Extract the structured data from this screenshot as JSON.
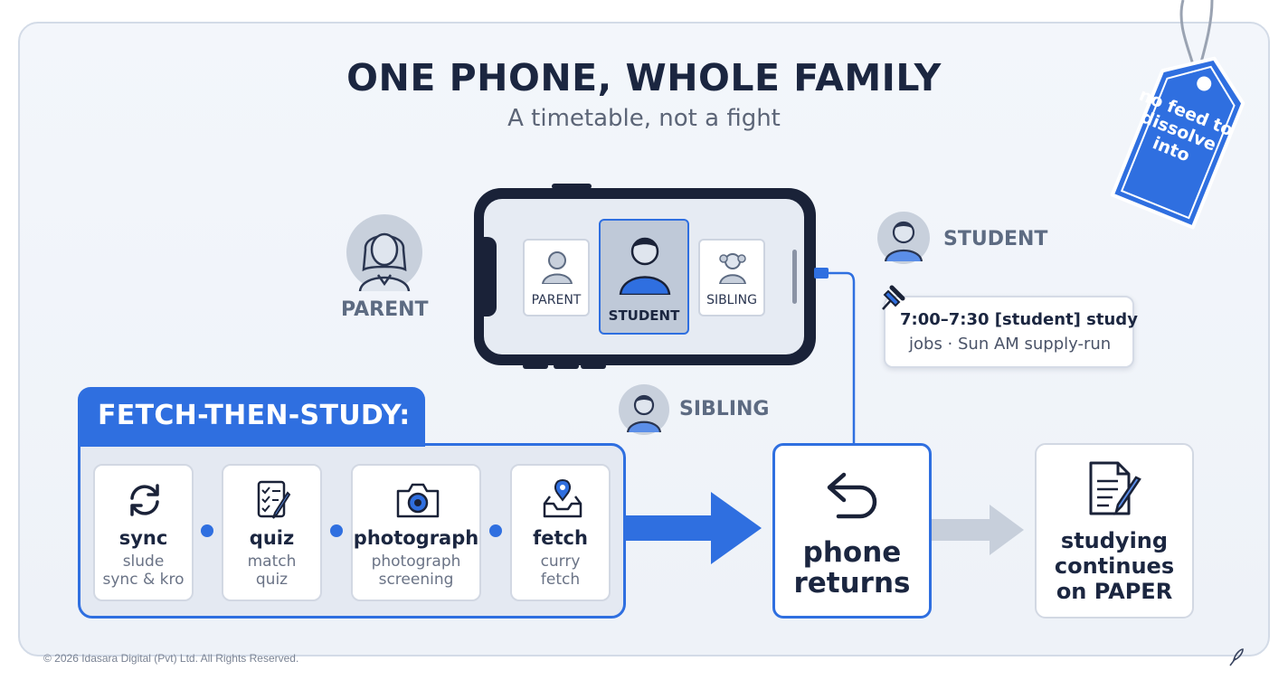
{
  "title": "ONE PHONE, WHOLE FAMILY",
  "subtitle": "A timetable, not a fight",
  "tag": {
    "text": "no feed to dissolve into",
    "icon": "price-tag-icon"
  },
  "roles": {
    "parent": "PARENT",
    "student": "STUDENT",
    "sibling": "SIBLING"
  },
  "phone": {
    "profiles": [
      {
        "label": "PARENT",
        "icon": "person-icon"
      },
      {
        "label": "STUDENT",
        "icon": "person-icon",
        "selected": true
      },
      {
        "label": "SIBLING",
        "icon": "child-icon"
      }
    ]
  },
  "schedule_note": {
    "line1": "7:00–7:30 [student] study",
    "line2": "jobs · Sun AM supply-run",
    "icon": "pushpin-icon"
  },
  "fetch_then_study": {
    "heading": "FETCH-THEN-STUDY:",
    "steps": [
      {
        "title": "sync",
        "sub1": "slude",
        "sub2": "sync & kro",
        "icon": "sync-icon"
      },
      {
        "title": "quiz",
        "sub1": "match",
        "sub2": "quiz",
        "icon": "checklist-icon"
      },
      {
        "title": "photograph",
        "sub1": "photograph",
        "sub2": "screening",
        "icon": "camera-icon"
      },
      {
        "title": "fetch",
        "sub1": "curry",
        "sub2": "fetch",
        "icon": "inbox-pin-icon"
      }
    ]
  },
  "phone_returns": {
    "line1": "phone",
    "line2": "returns",
    "icon": "return-arrow-icon"
  },
  "paper": {
    "line1": "studying",
    "line2": "continues",
    "line3": "on PAPER",
    "icon": "document-pen-icon"
  },
  "footer": {
    "copyright": "© 2026 Idasara Digital (Pvt) Ltd. All Rights Reserved."
  },
  "colors": {
    "accent": "#2f6fe0",
    "navy": "#1a2238",
    "text": "#1b2640",
    "muted_arrow": "#c7cfdb"
  }
}
